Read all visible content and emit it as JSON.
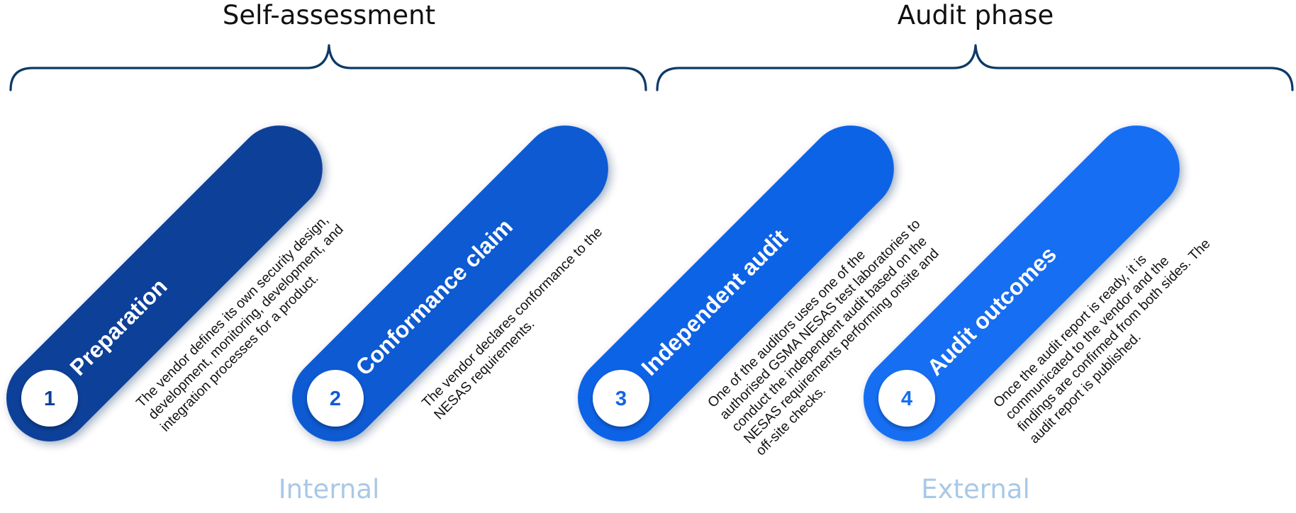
{
  "phases": [
    {
      "title": "Self-assessment"
    },
    {
      "title": "Audit phase"
    }
  ],
  "scopes": [
    {
      "label": "Internal"
    },
    {
      "label": "External"
    }
  ],
  "steps": [
    {
      "number": "1",
      "title": "Preparation",
      "color": "#0b3f98",
      "description": [
        "The vendor defines its own security design,",
        "development, monitoring, development, and",
        "integration  processes for a product."
      ]
    },
    {
      "number": "2",
      "title": "Conformance claim",
      "color": "#0f5ad2",
      "description": [
        "The vendor declares conformance to the",
        "NESAS requirements."
      ]
    },
    {
      "number": "3",
      "title": "Independent audit",
      "color": "#1163e6",
      "description": [
        "One of the auditors uses one of the",
        "authorised GSMA NESAS test laboratories to",
        "conduct the independent audit based on the",
        "NESAS requirements performing onsite and",
        "off-site checks."
      ]
    },
    {
      "number": "4",
      "title": "Audit outcomes",
      "color": "#146ef2",
      "description": [
        "Once the audit report is ready, it is",
        "communicated to the vendor and the",
        "findings are confirmed from both sides. The",
        "audit report is published."
      ]
    }
  ]
}
